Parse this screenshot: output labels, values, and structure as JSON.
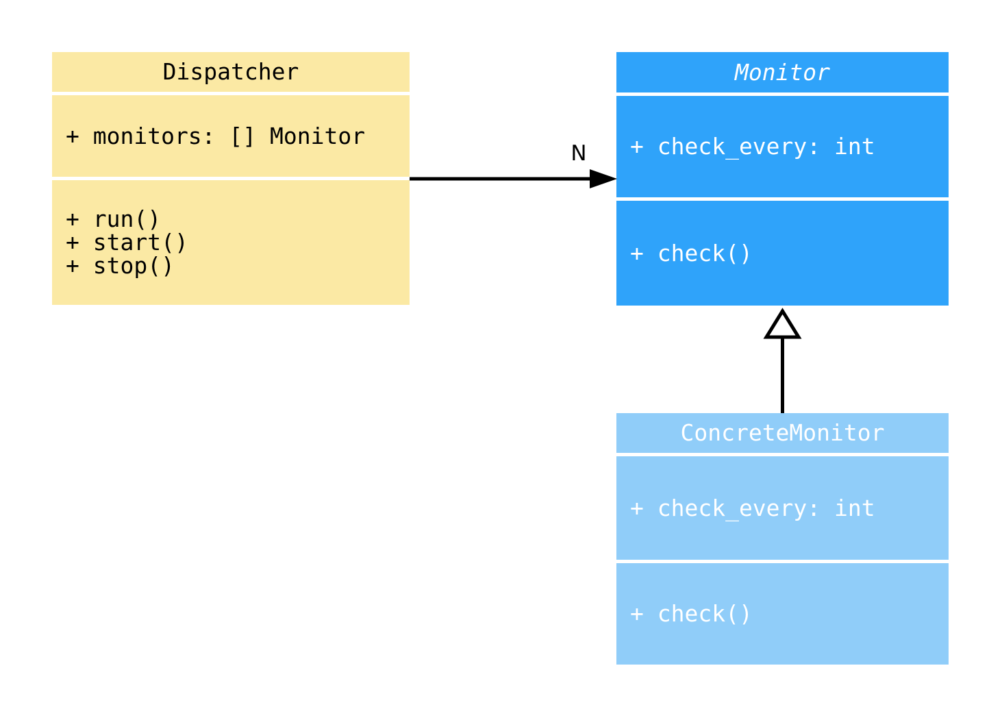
{
  "canvas": {
    "background": "#FFFFFF",
    "connector_color": "#000000"
  },
  "classes": {
    "dispatcher": {
      "title": "Dispatcher",
      "attributes": [
        "+ monitors: [] Monitor"
      ],
      "methods": [
        "+ run()",
        "+ start()",
        "+ stop()"
      ],
      "fill": "#FBE9A4",
      "text_color": "#000000"
    },
    "monitor": {
      "title": "Monitor",
      "abstract": true,
      "attributes": [
        "+ check_every: int"
      ],
      "methods": [
        "+ check()"
      ],
      "fill": "#2FA3FA",
      "text_color": "#FFFFFF"
    },
    "concrete_monitor": {
      "title": "ConcreteMonitor",
      "attributes": [
        "+ check_every: int"
      ],
      "methods": [
        "+ check()"
      ],
      "fill": "#90CDF9",
      "text_color": "#FFFFFF"
    }
  },
  "relations": {
    "dispatcher_to_monitor": {
      "type": "association",
      "from": "Dispatcher",
      "to": "Monitor",
      "label": "N"
    },
    "concrete_monitor_to_monitor": {
      "type": "inheritance",
      "from": "ConcreteMonitor",
      "to": "Monitor"
    }
  }
}
